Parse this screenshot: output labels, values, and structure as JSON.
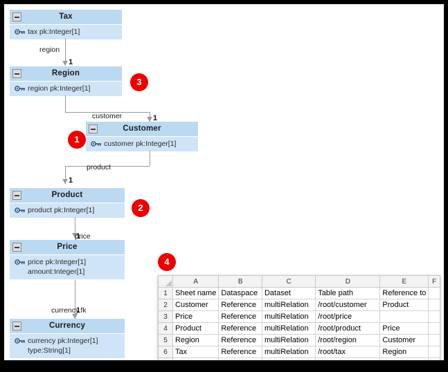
{
  "diagram": {
    "classes": [
      {
        "id": "tax",
        "name": "Tax",
        "attributes": [
          "tax pk:Integer[1]"
        ]
      },
      {
        "id": "region",
        "name": "Region",
        "attributes": [
          "region pk:Integer[1]"
        ]
      },
      {
        "id": "customer",
        "name": "Customer",
        "attributes": [
          "customer pk:Integer[1]"
        ]
      },
      {
        "id": "product",
        "name": "Product",
        "attributes": [
          "product pk:Integer[1]"
        ]
      },
      {
        "id": "price",
        "name": "Price",
        "attributes": [
          "price pk:Integer[1]",
          "amount:Integer[1]"
        ]
      },
      {
        "id": "currency",
        "name": "Currency",
        "attributes": [
          "currency pk:Integer[1]",
          "type:String[1]"
        ]
      }
    ],
    "edges": [
      {
        "id": "tax-region",
        "label": "region",
        "multiplicity": "1"
      },
      {
        "id": "region-customer",
        "label": "customer",
        "multiplicity": "1"
      },
      {
        "id": "customer-product",
        "label": "product",
        "multiplicity": "1"
      },
      {
        "id": "product-price",
        "label": "price",
        "multiplicity": "1"
      },
      {
        "id": "price-currency",
        "label": "currency.fk",
        "multiplicity": "1"
      }
    ],
    "badges": [
      {
        "id": "badge-1",
        "number": "1"
      },
      {
        "id": "badge-2",
        "number": "2"
      },
      {
        "id": "badge-3",
        "number": "3"
      },
      {
        "id": "badge-4",
        "number": "4"
      }
    ],
    "colors": {
      "class_header": "#bcd9f2",
      "class_body": "#cfe4f7",
      "connector": "#9a9a9a",
      "badge": "#ee0000",
      "frame": "#000000"
    }
  },
  "spreadsheet": {
    "column_headers": [
      "A",
      "B",
      "C",
      "D",
      "E",
      "F"
    ],
    "row_headers": [
      "1",
      "2",
      "3",
      "4",
      "5",
      "6"
    ],
    "rows": [
      [
        "Sheet name",
        "Dataspace",
        "Dataset",
        "Table path",
        "Reference to",
        ""
      ],
      [
        "Customer",
        "Reference",
        "multiRelation",
        "/root/customer",
        "Product",
        ""
      ],
      [
        "Price",
        "Reference",
        "multiRelation",
        "/root/price",
        "",
        ""
      ],
      [
        "Product",
        "Reference",
        "multiRelation",
        "/root/product",
        "Price",
        ""
      ],
      [
        "Region",
        "Reference",
        "multiRelation",
        "/root/region",
        "Customer",
        ""
      ],
      [
        "Tax",
        "Reference",
        "multiRelation",
        "/root/tax",
        "Region",
        ""
      ]
    ]
  }
}
